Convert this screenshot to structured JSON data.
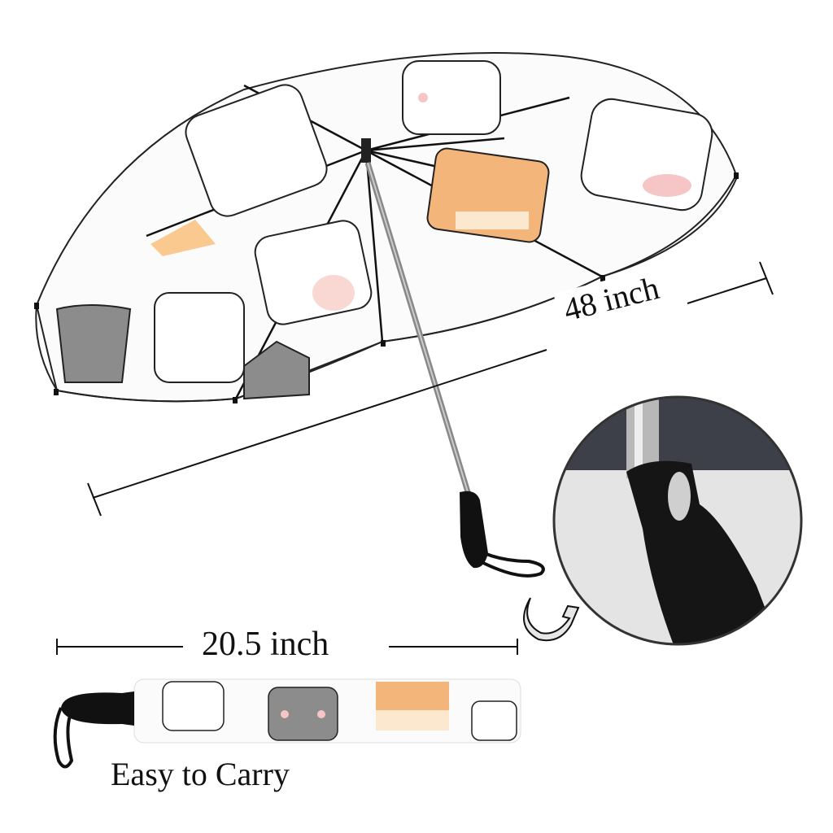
{
  "product": {
    "type": "folding umbrella",
    "pattern": "cute cats",
    "colors": {
      "canopy": "#ffffff",
      "cat_orange": "#f4b57a",
      "cat_gray": "#8c8c8c",
      "cat_cream": "#fbe8cf",
      "blush": "#f6c6c6",
      "handle": "#111111",
      "shaft": "#9a9a9a",
      "arrow_fill": "#e6e6e6"
    }
  },
  "dimensions": {
    "open_diameter_label": "48 inch",
    "folded_length_label": "20.5 inch"
  },
  "captions": {
    "folded": "Easy to Carry"
  },
  "detail_inset": {
    "subject": "handle close-up",
    "pointer": "curved-arrow"
  }
}
